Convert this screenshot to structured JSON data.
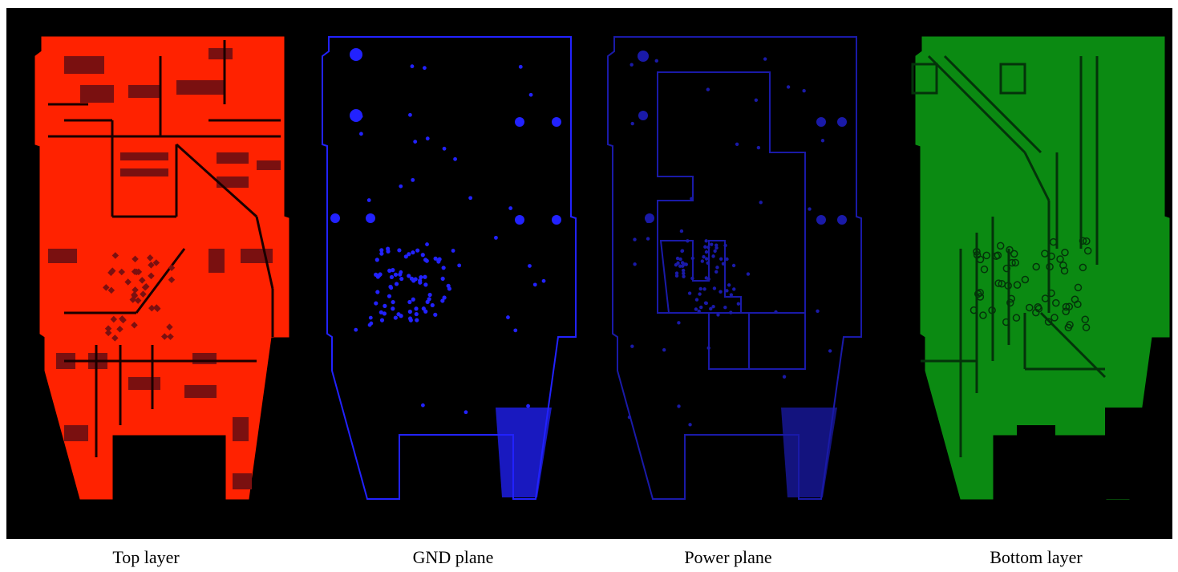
{
  "figure": {
    "background": "#000000",
    "layers": [
      {
        "id": "top",
        "caption": "Top layer",
        "color": "#ff2200",
        "style": "copper-pour",
        "icon": "red-copper-pour"
      },
      {
        "id": "gnd",
        "caption": "GND plane",
        "color": "#2222ff",
        "style": "plane-vias",
        "icon": "blue-ground-plane"
      },
      {
        "id": "power",
        "caption": "Power plane",
        "color": "#1a1aa8",
        "style": "split-plane",
        "icon": "dark-blue-power-plane"
      },
      {
        "id": "bottom",
        "caption": "Bottom layer",
        "color": "#0b8a12",
        "style": "copper-pour",
        "icon": "green-copper-pour"
      }
    ]
  }
}
